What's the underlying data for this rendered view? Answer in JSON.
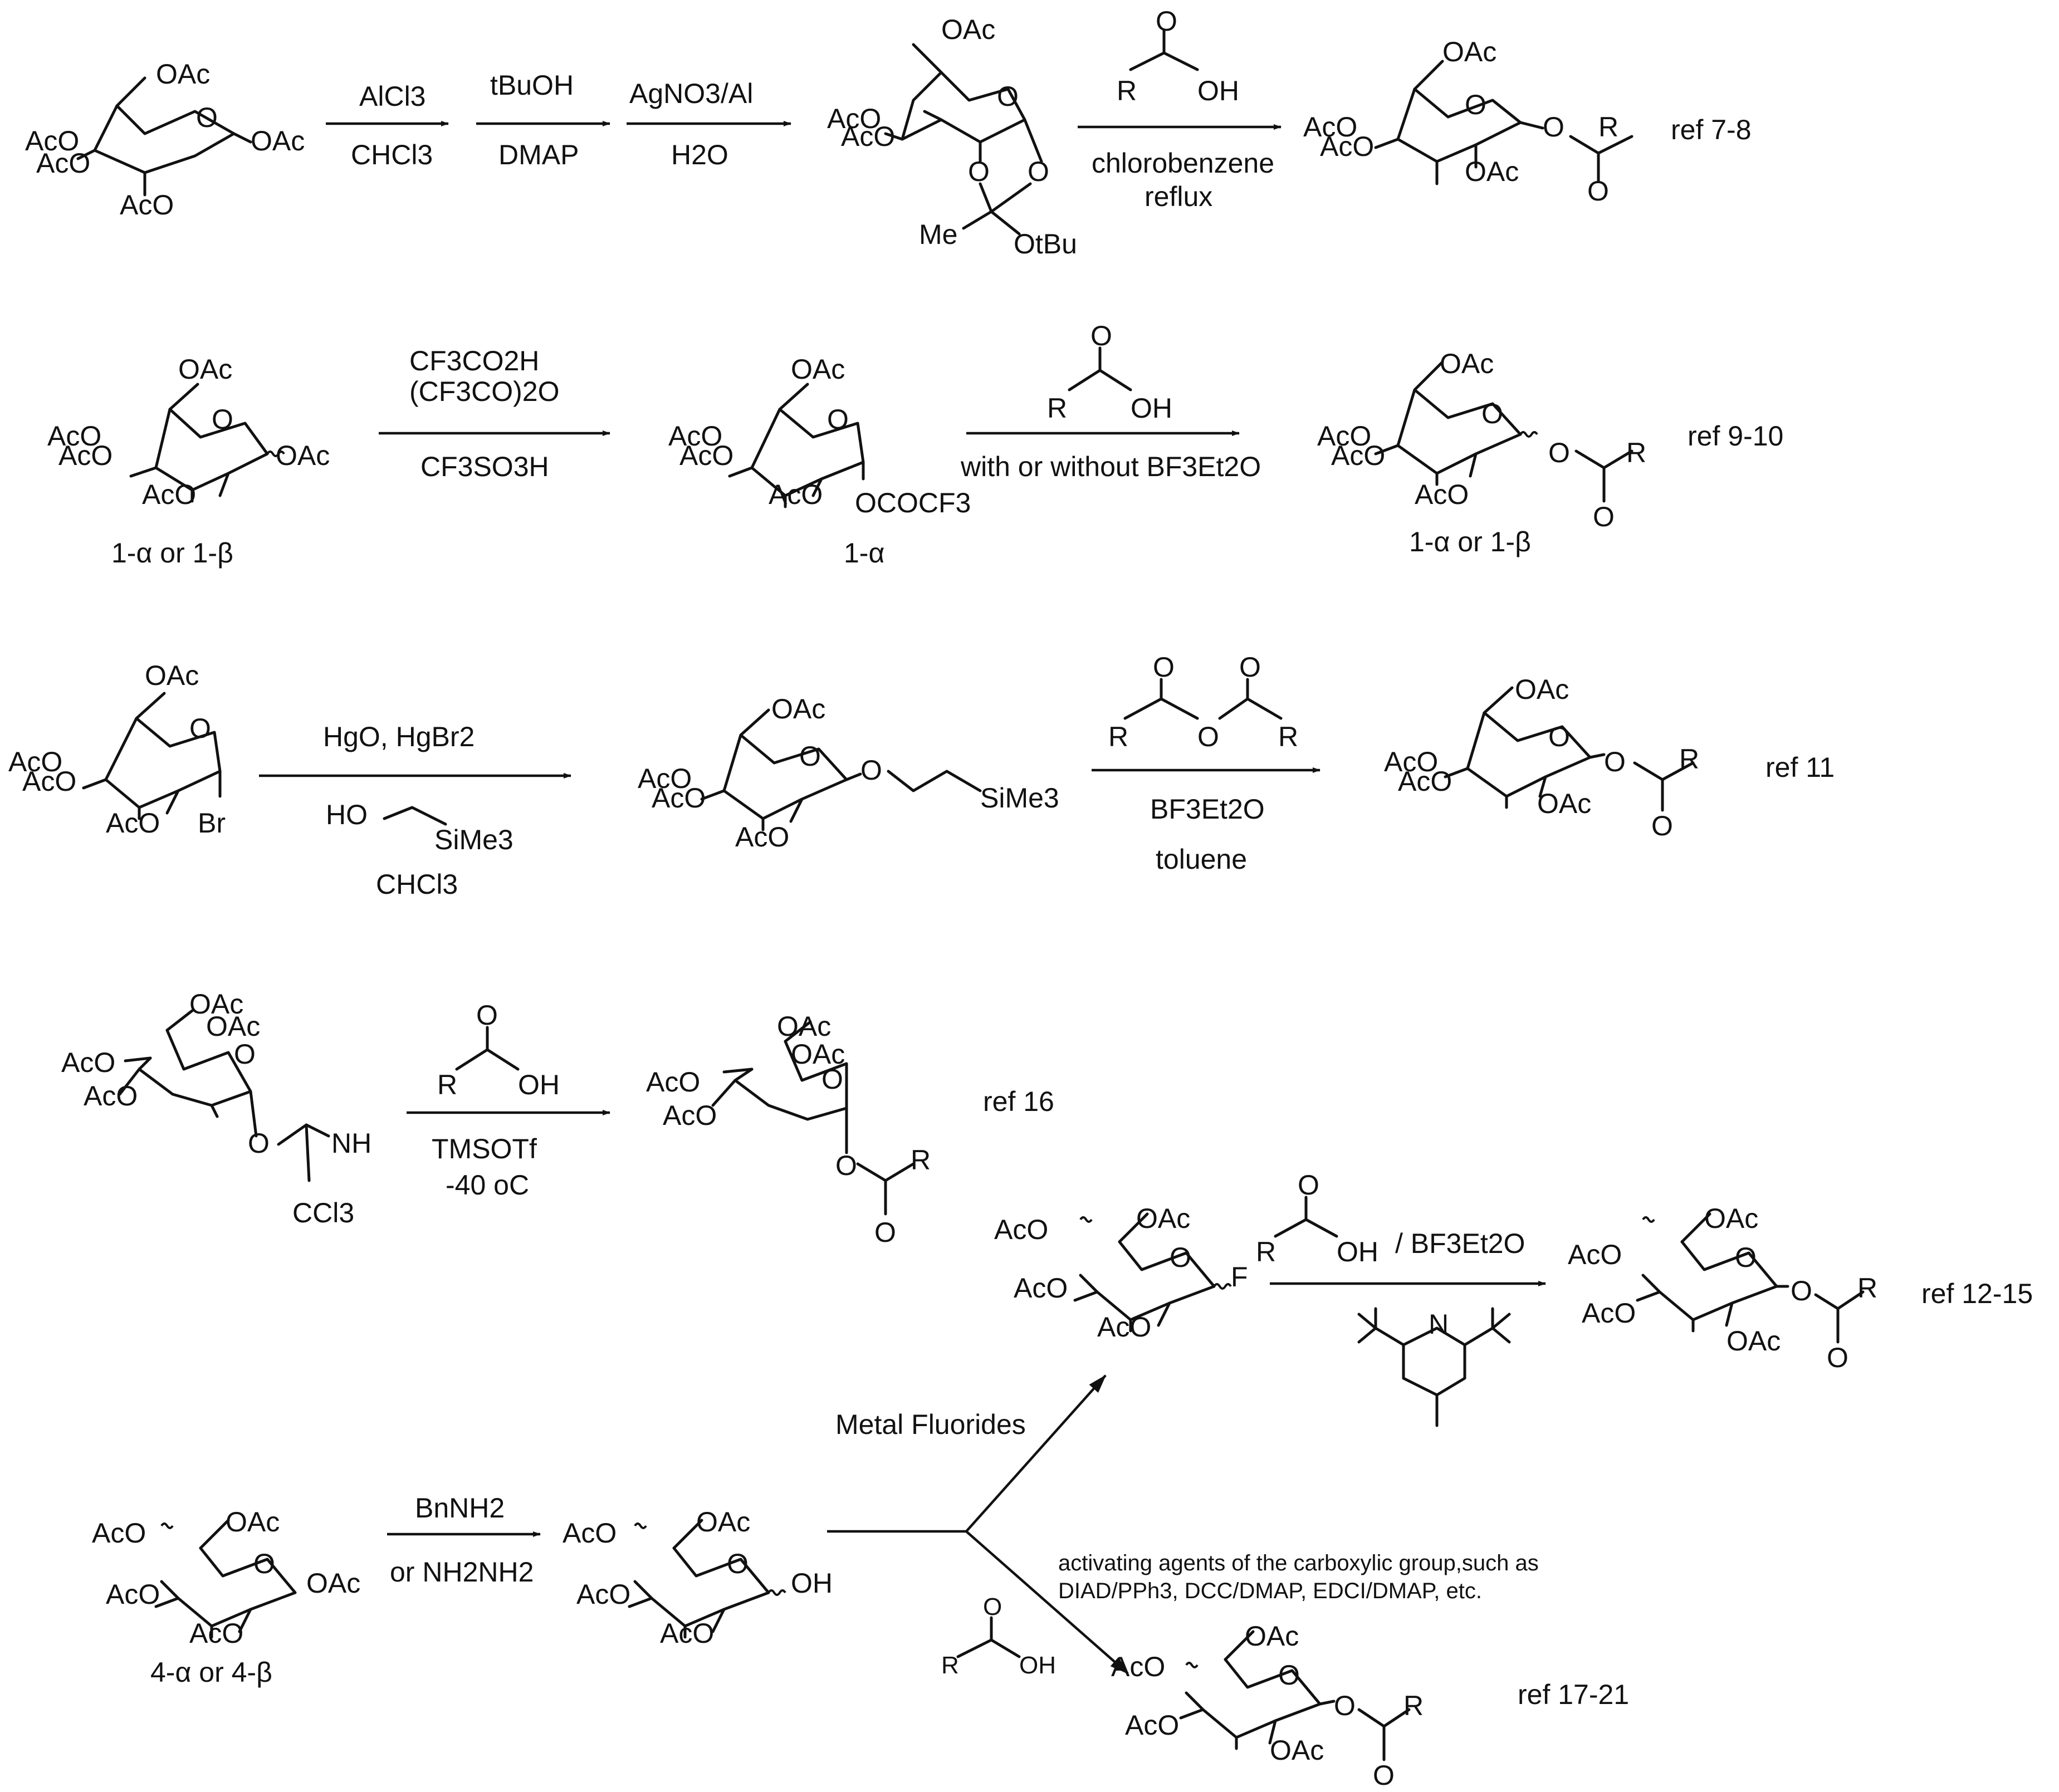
{
  "rows": [
    {
      "id": "route1",
      "reagents": {
        "step1_top": "AlCl3",
        "step1_bottom": "CHCl3",
        "step2_top": "tBuOH",
        "step2_bottom": "DMAP",
        "step3_top": "AgNO3/Al",
        "step3_bottom": "H2O",
        "step4_bottom1": "chlorobenzene",
        "step4_bottom2": "reflux"
      },
      "intermediate_labels": {
        "me": "Me",
        "otbu": "OtBu"
      },
      "reference": "ref 7-8"
    },
    {
      "id": "route2",
      "reagents": {
        "step1_line1": "CF3CO2H",
        "step1_line2": "(CF3CO)2O",
        "step1_bottom": "CF3SO3H",
        "step2_bottom": "with or without BF3Et2O"
      },
      "captions": {
        "start": "1-α or 1-β",
        "intermediate": "1-α",
        "product": "1-α or 1-β"
      },
      "intermediate_group": "OCOCF3",
      "reference": "ref 9-10"
    },
    {
      "id": "route3",
      "reagents": {
        "step1_top": "HgO, HgBr2",
        "step1_reagent_ho": "HO",
        "step1_reagent_si": "SiMe3",
        "step1_bottom": "CHCl3",
        "step2_line1": "BF3Et2O",
        "step2_line2": "toluene"
      },
      "start_group": "Br",
      "intermediate_group": "SiMe3",
      "reference": "ref 11"
    },
    {
      "id": "route4",
      "reagents": {
        "step1_line1": "TMSOTf",
        "step1_line2": "-40 oC"
      },
      "start_groups": {
        "nh": "NH",
        "ccl3": "CCl3"
      },
      "reference": "ref 16"
    },
    {
      "id": "route5",
      "reagents": {
        "step1_top": "BnNH2",
        "step1_bottom": "or NH2NH2",
        "branch_up": "Metal Fluorides",
        "branch_up_reagent": "/ BF3Et2O",
        "branch_down_line1": "activating agents of the carboxylic group,such as",
        "branch_down_line2": "DIAD/PPh3, DCC/DMAP, EDCI/DMAP, etc."
      },
      "captions": {
        "start": "4-α or 4-β"
      },
      "groups": {
        "f": "F",
        "oh": "OH"
      },
      "references": {
        "upper": "ref 12-15",
        "lower": "ref 17-21"
      }
    }
  ],
  "common_labels": {
    "oac": "OAc",
    "aco": "AcO",
    "o": "O",
    "r": "R",
    "oh": "OH"
  }
}
